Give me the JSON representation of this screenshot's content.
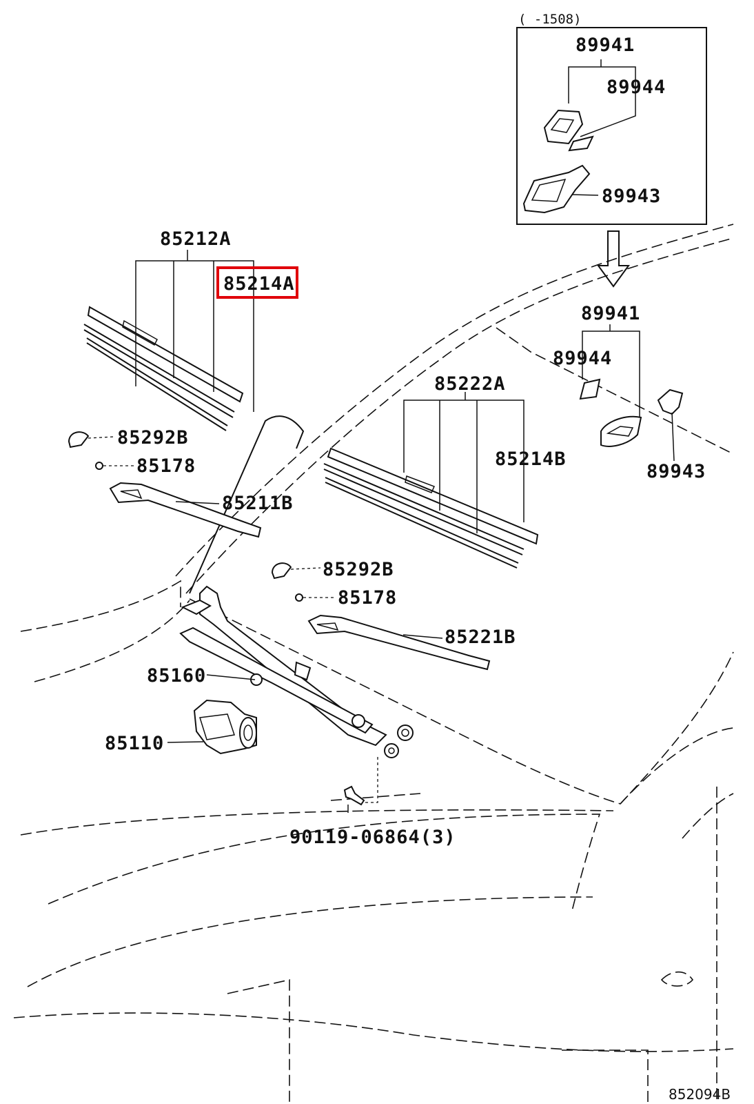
{
  "inset": {
    "range_label": "(    -1508)",
    "labels": [
      "89941",
      "89944",
      "89943"
    ]
  },
  "parts": {
    "p85212A": "85212A",
    "p85214A": "85214A",
    "p85292B_top": "85292B",
    "p85178_top": "85178",
    "p85211B": "85211B",
    "p85222A": "85222A",
    "p85214B": "85214B",
    "p89941": "89941",
    "p89944": "89944",
    "p89943": "89943",
    "p85292B_mid": "85292B",
    "p85178_mid": "85178",
    "p85221B": "85221B",
    "p85160": "85160",
    "p85110": "85110",
    "p90119": "90119-06864(3)"
  },
  "highlighted_part": "85214A",
  "highlight_color": "#e0000a",
  "diagram_id": "852094B"
}
